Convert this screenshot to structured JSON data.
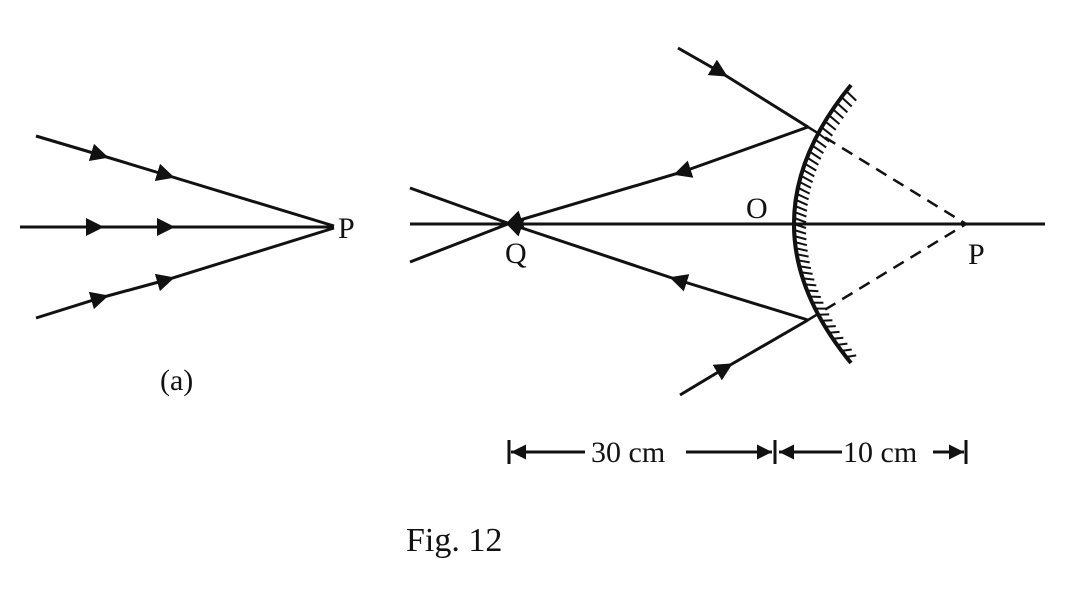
{
  "diagram": {
    "part_a": {
      "label": "(a)",
      "convergence_point": "P"
    },
    "part_b": {
      "mirror_pole": "O",
      "real_image": "Q",
      "virtual_object": "P",
      "dimension_left": "30 cm",
      "dimension_right": "10 cm"
    },
    "caption": "Fig. 12",
    "colors": {
      "ink": "#111111",
      "background": "#ffffff"
    }
  }
}
